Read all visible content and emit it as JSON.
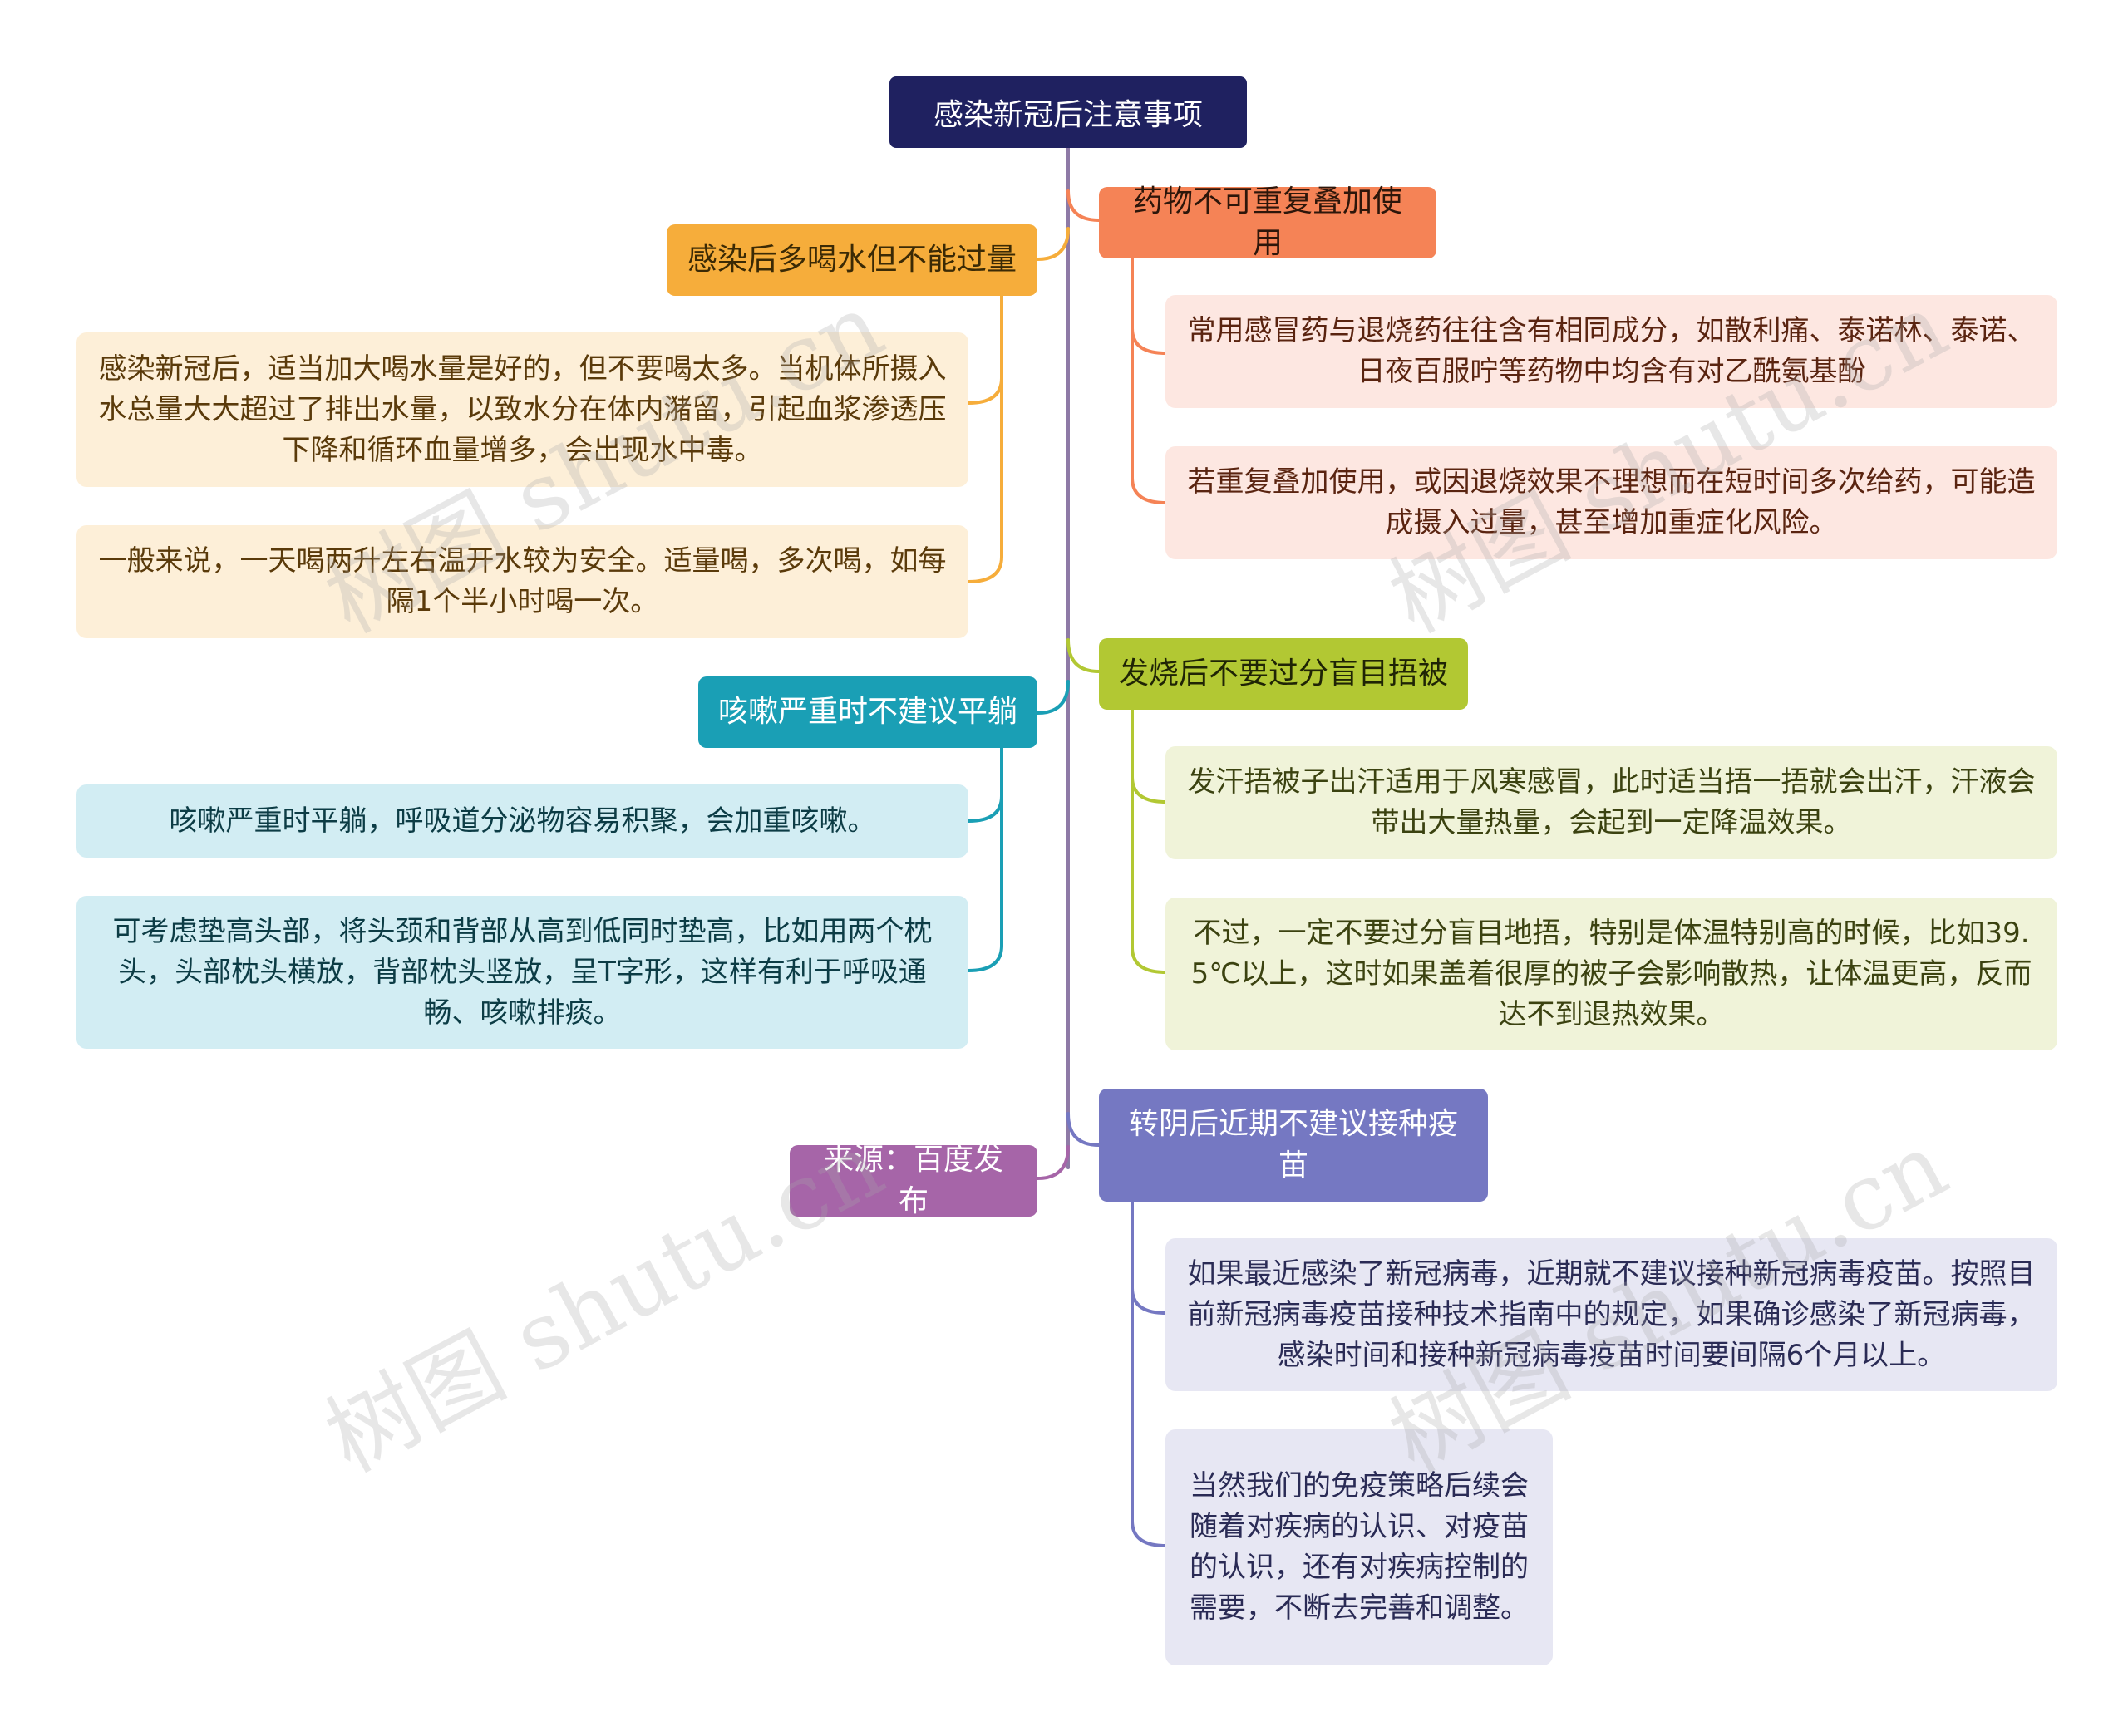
{
  "root": {
    "label": "感染新冠后注意事项",
    "color": "#1f2160"
  },
  "branches": {
    "water": {
      "label": "感染后多喝水但不能过量",
      "color": "#f6ad3b",
      "items": [
        "感染新冠后，适当加大喝水量是好的，但不要喝太多。当机体所摄入水总量大大超过了排出水量，以致水分在体内潴留，引起血浆渗透压下降和循环血量增多，会出现水中毒。",
        "一般来说，一天喝两升左右温开水较为安全。适量喝，多次喝，如每隔1个半小时喝一次。"
      ]
    },
    "cough": {
      "label": "咳嗽严重时不建议平躺",
      "color": "#1a9fb5",
      "items": [
        "咳嗽严重时平躺，呼吸道分泌物容易积聚，会加重咳嗽。",
        "可考虑垫高头部，将头颈和背部从高到低同时垫高，比如用两个枕头，头部枕头横放，背部枕头竖放，呈T字形，这样有利于呼吸通畅、咳嗽排痰。"
      ]
    },
    "source": {
      "label": "来源：百度发布",
      "color": "#a665a8"
    },
    "medicine": {
      "label": "药物不可重复叠加使用",
      "color": "#f58356",
      "items": [
        "常用感冒药与退烧药往往含有相同成分，如散利痛、泰诺林、泰诺、日夜百服咛等药物中均含有对乙酰氨基酚",
        "若重复叠加使用，或因退烧效果不理想而在短时间多次给药，可能造成摄入过量，甚至增加重症化风险。"
      ]
    },
    "fever": {
      "label": "发烧后不要过分盲目捂被",
      "color": "#b2c833",
      "items": [
        "发汗捂被子出汗适用于风寒感冒，此时适当捂一捂就会出汗，汗液会带出大量热量，会起到一定降温效果。",
        "不过，一定不要过分盲目地捂，特别是体温特别高的时候，比如39.5℃以上，这时如果盖着很厚的被子会影响散热，让体温更高，反而达不到退热效果。"
      ]
    },
    "vaccine": {
      "label": "转阴后近期不建议接种疫苗",
      "color": "#7578c2",
      "items": [
        "如果最近感染了新冠病毒，近期就不建议接种新冠病毒疫苗。按照目前新冠病毒疫苗接种技术指南中的规定，如果确诊感染了新冠病毒，感染时间和接种新冠病毒疫苗时间要间隔6个月以上。",
        "当然我们的免疫策略后续会随着对疾病的认识、对疫苗的认识，还有对疾病控制的需要，不断去完善和调整。"
      ]
    }
  },
  "watermark": "树图 shutu.cn"
}
